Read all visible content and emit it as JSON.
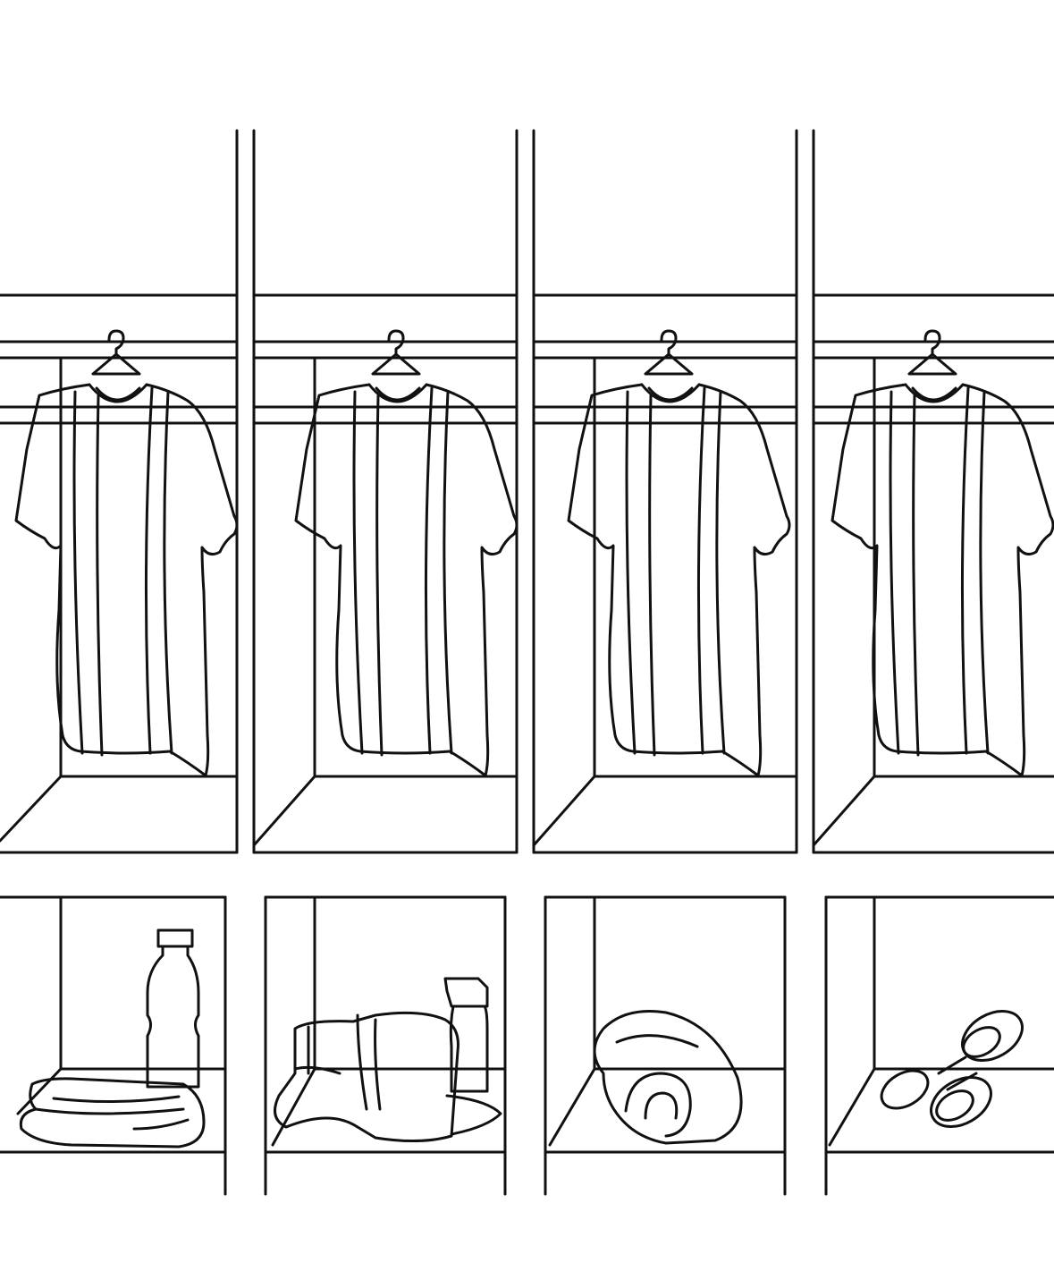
{
  "illustration": {
    "subject": "locker-room-line-art",
    "colors": {
      "background": "#ffffff",
      "ink": "#111111"
    },
    "upper_lockers": [
      {
        "item": "hanging-striped-shirt"
      },
      {
        "item": "hanging-striped-shirt"
      },
      {
        "item": "hanging-striped-shirt"
      },
      {
        "item": "hanging-striped-shirt"
      }
    ],
    "lower_cubbies": [
      {
        "items": [
          "folded-towel",
          "water-bottle"
        ]
      },
      {
        "items": [
          "gym-bag",
          "towel",
          "spray-bottle"
        ]
      },
      {
        "items": [
          "rolled-towel"
        ]
      },
      {
        "items": [
          "dumbbell"
        ]
      }
    ]
  }
}
